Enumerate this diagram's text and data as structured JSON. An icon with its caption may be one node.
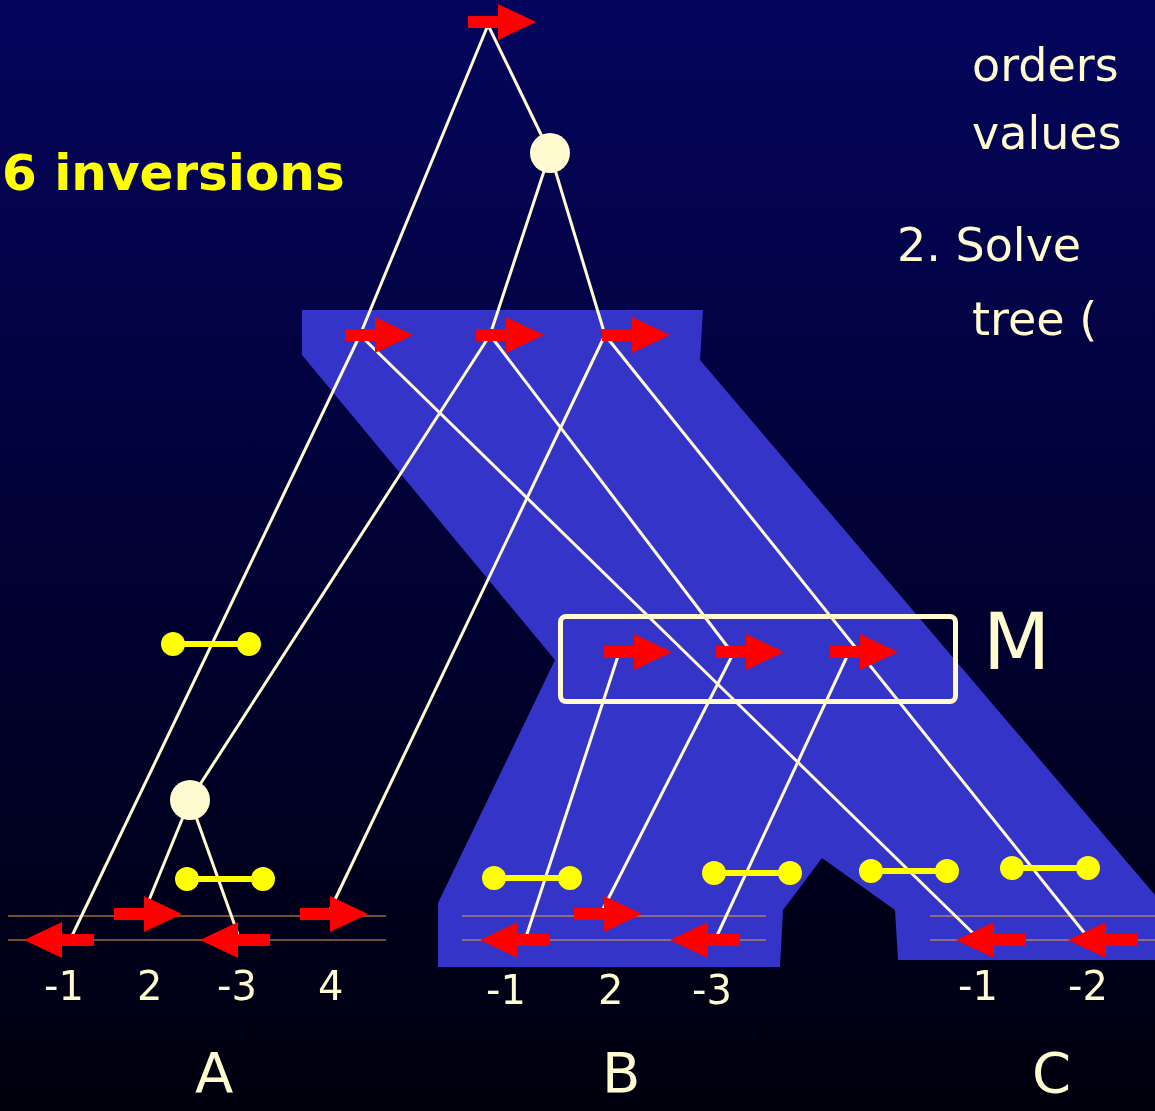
{
  "diagram": {
    "nodes": [
      {
        "text": [
          "M"
        ]
      }
    ],
    "labels": [
      "6 inversions",
      "orders",
      "values",
      "2. Solve",
      "tree (",
      "-1",
      "2",
      "-3",
      "4",
      "-1",
      "2",
      "-3",
      "-1",
      "-2",
      "A",
      "B",
      "C"
    ]
  }
}
